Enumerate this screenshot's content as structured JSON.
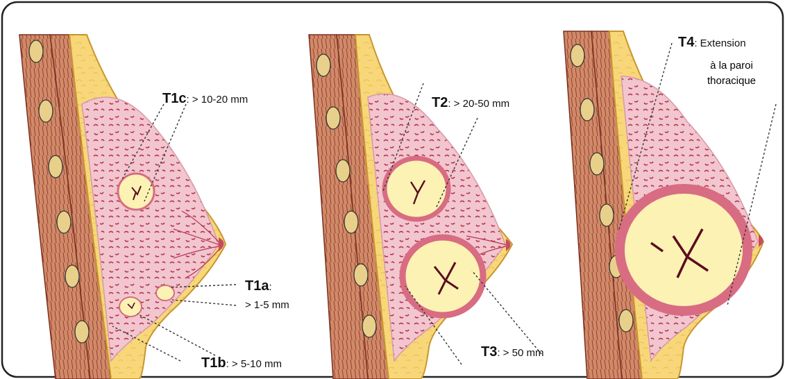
{
  "colors": {
    "frame": "#222222",
    "muscle": "#cf8a6a",
    "muscle_fiber": "#9a3f2a",
    "fat": "#f7d77a",
    "fat_light": "#fdf1c0",
    "gland": "#f2c6cf",
    "gland_dark": "#b8324d",
    "tumor": "#fbf2b4",
    "tumor_ring": "#d86c82",
    "necrosis": "#5a0d1c",
    "dash": "#333333"
  },
  "labels": {
    "t1c": {
      "code": "T1c",
      "desc": ": > 10-20 mm"
    },
    "t1a": {
      "code": "T1a",
      "desc": ":",
      "desc2": "> 1-5 mm"
    },
    "t1b": {
      "code": "T1b",
      "desc": ": > 5-10 mm"
    },
    "t2": {
      "code": "T2",
      "desc": ": > 20-50 mm"
    },
    "t3": {
      "code": "T3",
      "desc": ": > 50 mm"
    },
    "t4": {
      "code": "T4",
      "desc_line1": ": Extension",
      "desc_line2": "à la paroi",
      "desc_line3": "thoracique"
    }
  }
}
